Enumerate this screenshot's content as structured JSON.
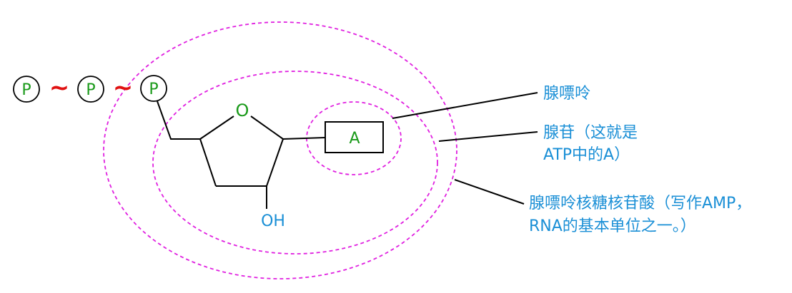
{
  "colors": {
    "phosphate_text": "#1a9a1a",
    "high_energy_bond": "#e01010",
    "ring_oxygen": "#1a9a1a",
    "base_text": "#1a9a1a",
    "hydroxyl": "#1a8fd6",
    "dashed_ellipse": "#e020e0",
    "annotation_text": "#1a8fd6",
    "structure_line": "#000000"
  },
  "phosphates": [
    "P",
    "P",
    "P"
  ],
  "bonds": [
    "~",
    "~"
  ],
  "ring_oxygen": "O",
  "base_label": "A",
  "hydroxyl": "OH",
  "annotations": {
    "adenine": "腺嘌呤",
    "adenosine_line1": "腺苷（这就是",
    "adenosine_line2": "ATP中的A）",
    "amp_line1": "腺嘌呤核糖核苷酸（写作AMP，",
    "amp_line2": "RNA的基本单位之一。）"
  }
}
